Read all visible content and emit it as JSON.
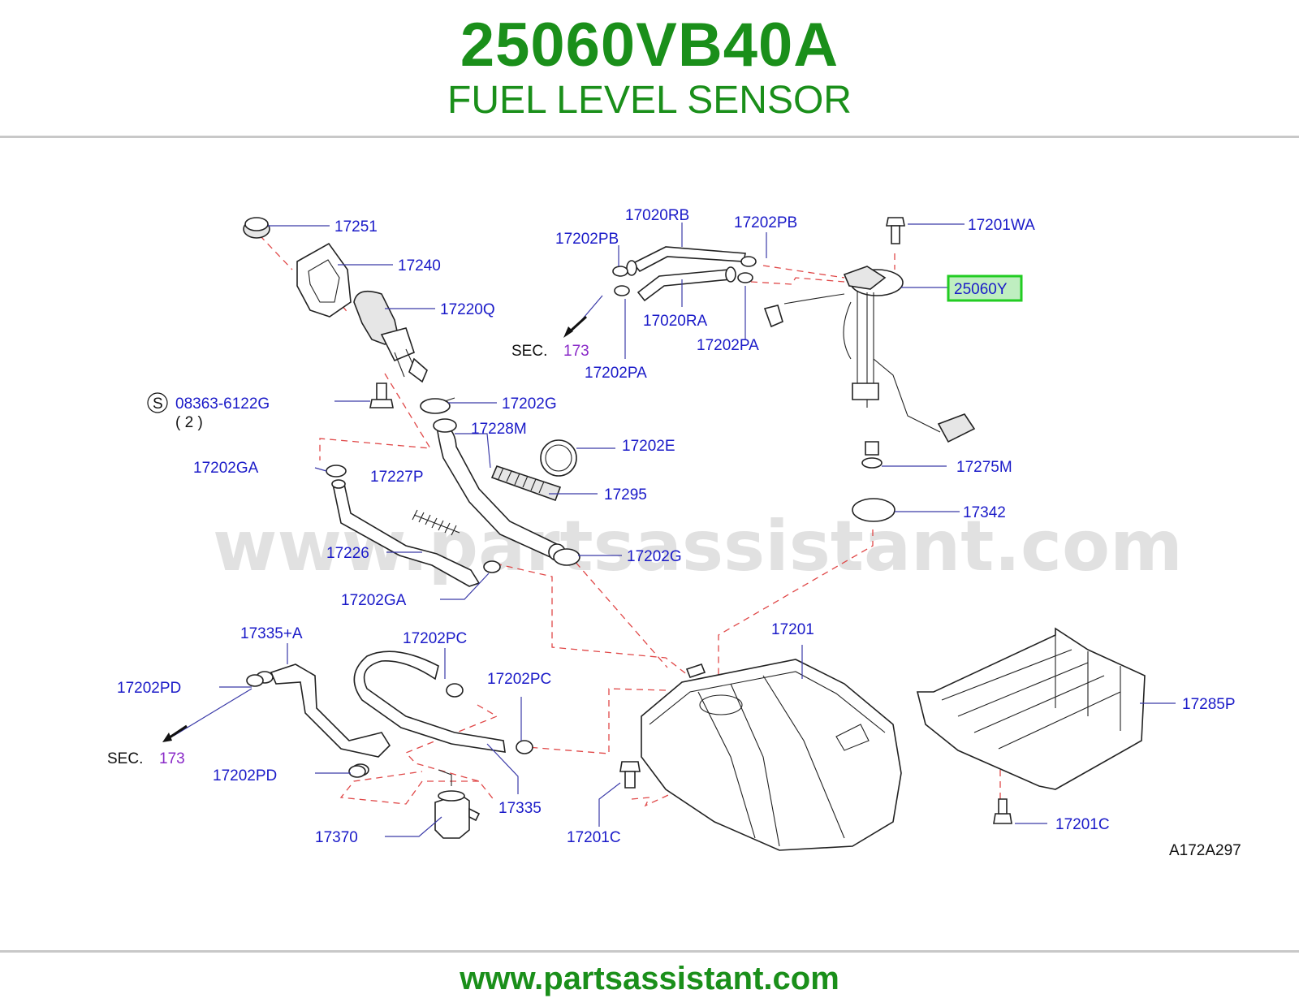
{
  "header": {
    "part_number": "25060VB40A",
    "part_name": "FUEL LEVEL SENSOR"
  },
  "watermark": "www.partsassistant.com",
  "footer": {
    "url": "www.partsassistant.com"
  },
  "diagram": {
    "code": "A172A297",
    "highlighted_part": "25060Y",
    "labels": {
      "p17251": "17251",
      "p17240": "17240",
      "p17220Q": "17220Q",
      "p08363": "08363-6122G",
      "qty2": "( 2 )",
      "s_mark": "S",
      "p17202G_top": "17202G",
      "p17228M": "17228M",
      "p17202E": "17202E",
      "p17202GA_top": "17202GA",
      "p17227P": "17227P",
      "p17295": "17295",
      "p17226": "17226",
      "p17202G_bot": "17202G",
      "p17202GA_bot": "17202GA",
      "p17020RB": "17020RB",
      "p17202PB_left": "17202PB",
      "p17202PB_right": "17202PB",
      "p17020RA": "17020RA",
      "p17202PA_right": "17202PA",
      "p17202PA_left": "17202PA",
      "sec_top": "SEC.",
      "sec_top_num": "173",
      "p17201WA": "17201WA",
      "p25060Y": "25060Y",
      "p17275M": "17275M",
      "p17342": "17342",
      "p17335A": "17335+A",
      "p17202PD_top": "17202PD",
      "sec_bot": "SEC.",
      "sec_bot_num": "173",
      "p17202PD_bot": "17202PD",
      "p17202PC_left": "17202PC",
      "p17202PC_right": "17202PC",
      "p17335": "17335",
      "p17370": "17370",
      "p17201": "17201",
      "p17201C_left": "17201C",
      "p17285P": "17285P",
      "p17201C_right": "17201C"
    }
  },
  "colors": {
    "title_green": "#1a8f1a",
    "label_blue": "#1a1ac8",
    "section_purple": "#8a2ac8",
    "highlight_green": "#22cc22",
    "highlight_fill": "#bfeec0",
    "leader_dash_red": "#e04848"
  }
}
